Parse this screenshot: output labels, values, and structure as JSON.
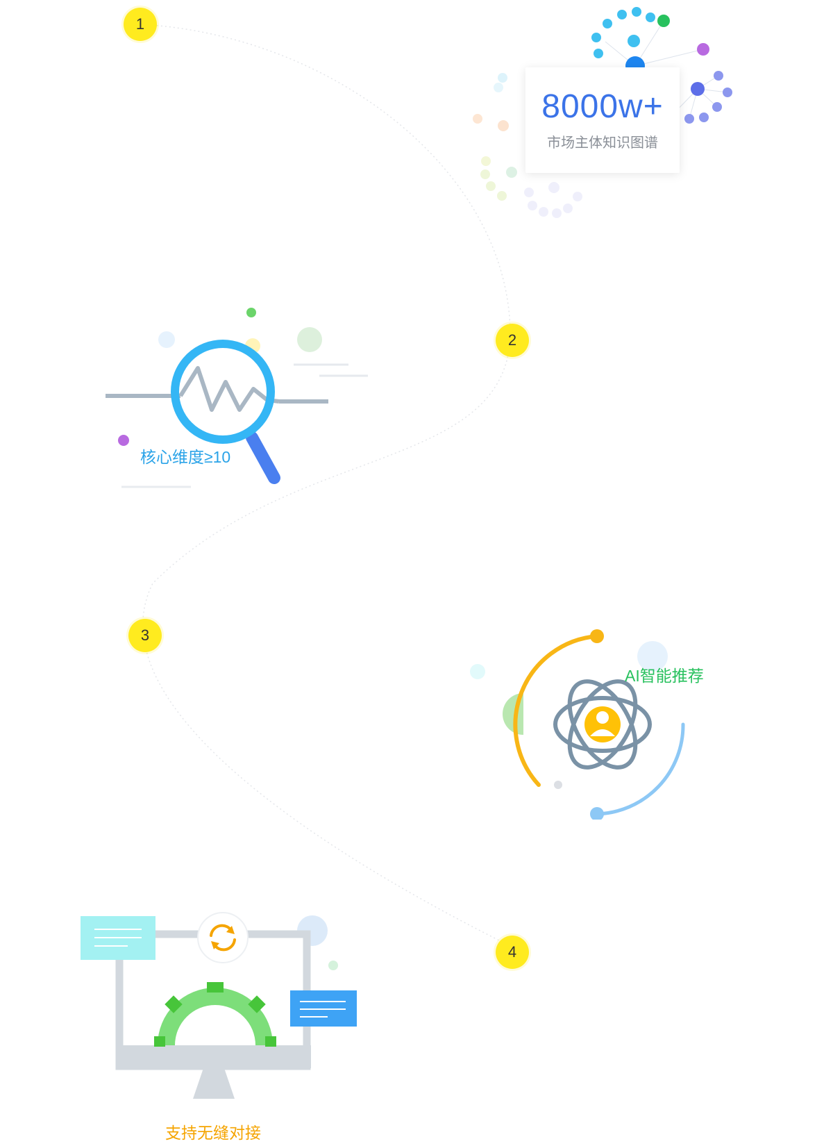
{
  "steps": [
    {
      "number": "1"
    },
    {
      "number": "2"
    },
    {
      "number": "3"
    },
    {
      "number": "4"
    }
  ],
  "feature_graph": {
    "value": "8000w+",
    "label": "市场主体知识图谱"
  },
  "feature_search": {
    "label": "核心维度≥10"
  },
  "feature_ai": {
    "label": "AI智能推荐"
  },
  "feature_integration": {
    "label": "支持无缝对接"
  },
  "colors": {
    "badge": "#FFEB1F",
    "primary_blue": "#3B73E8",
    "search_label": "#2AA3E8",
    "ai_label": "#28C15E",
    "integration_label": "#F5A400"
  },
  "icons": [
    "knowledge-graph-icon",
    "magnifier-icon",
    "atom-user-icon",
    "monitor-gear-icon",
    "refresh-icon"
  ]
}
